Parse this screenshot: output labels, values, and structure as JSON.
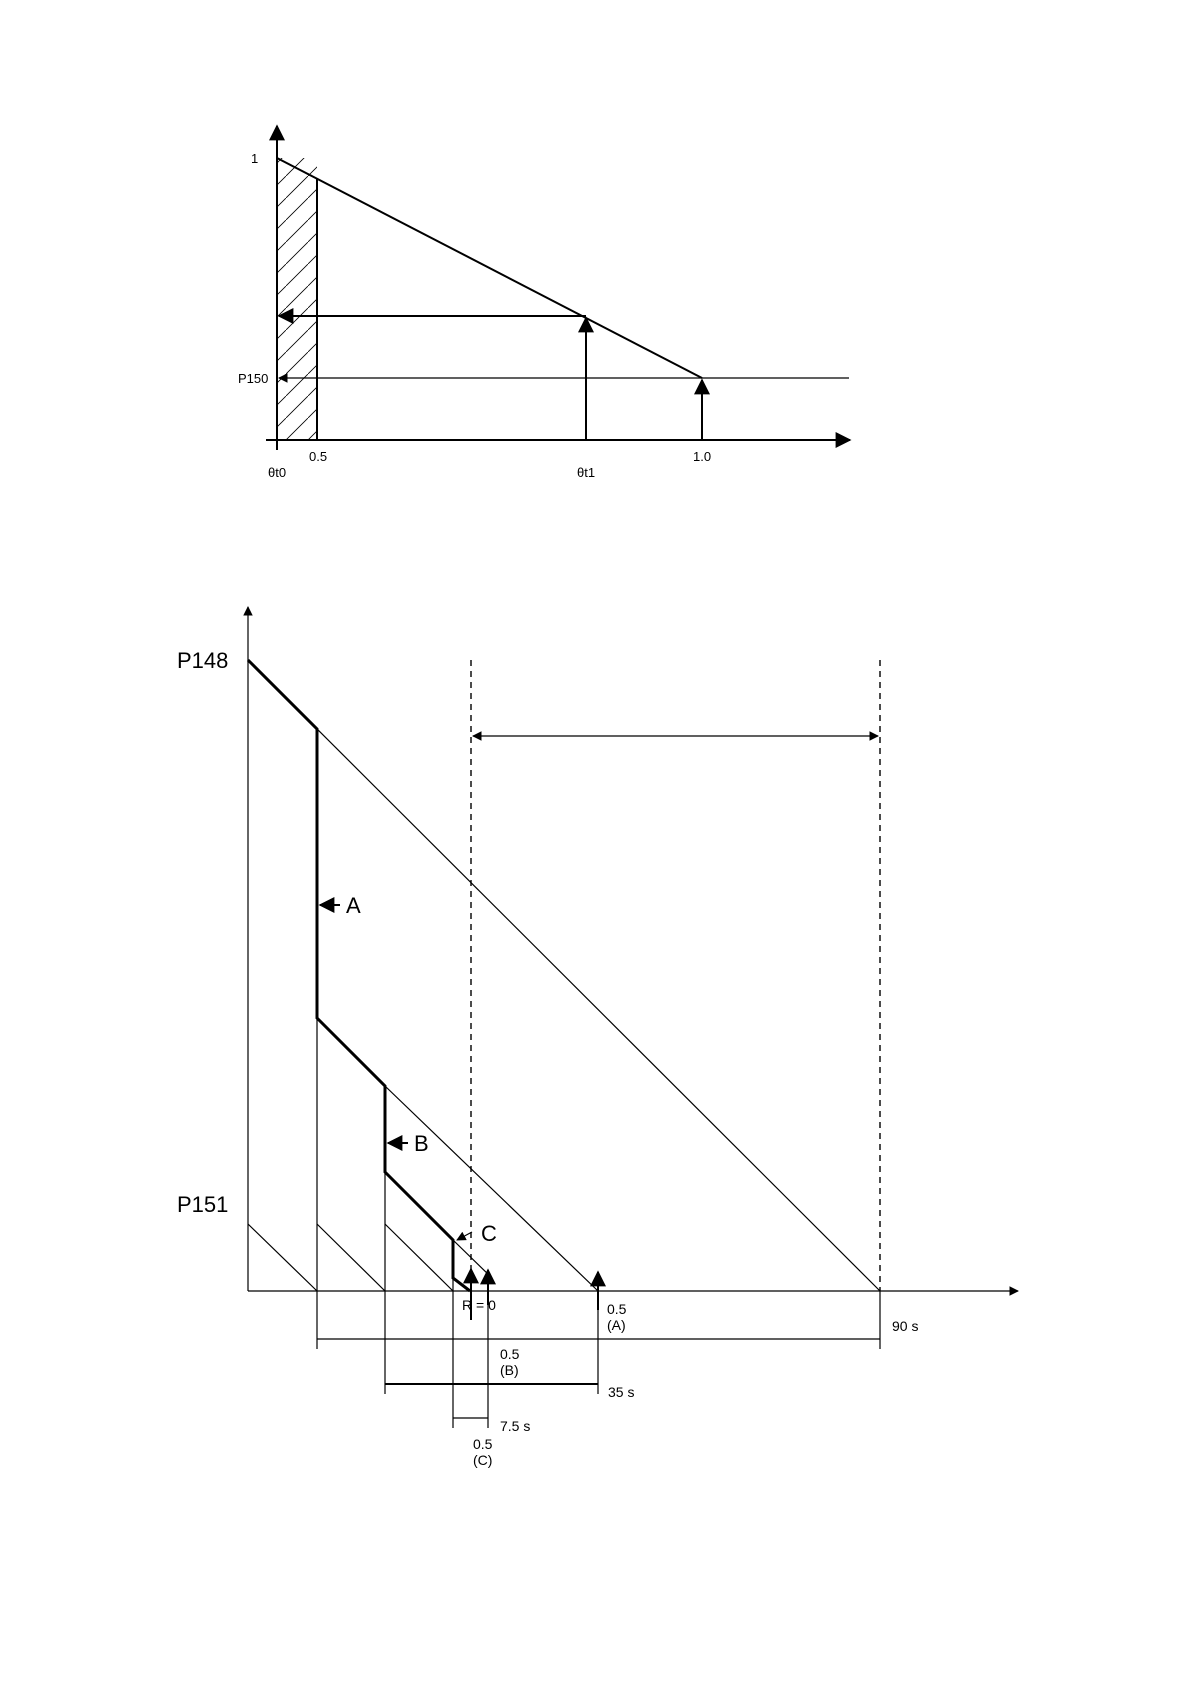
{
  "diagram1": {
    "y_top": "1",
    "p150": "P150",
    "theta_t0": "θt0",
    "x_05": "0.5",
    "theta_t1": "θt1",
    "x_10": "1.0"
  },
  "diagram2": {
    "p148": "P148",
    "p151": "P151",
    "label_a": "A",
    "label_b": "B",
    "label_c": "C",
    "r_zero": "R = 0",
    "a_val": "0.5",
    "a_tag": "(A)",
    "b_val": "0.5",
    "b_tag": "(B)",
    "c_val": "0.5",
    "c_tag": "(C)",
    "t_90": "90 s",
    "t_35": "35 s",
    "t_75": "7.5 s"
  }
}
